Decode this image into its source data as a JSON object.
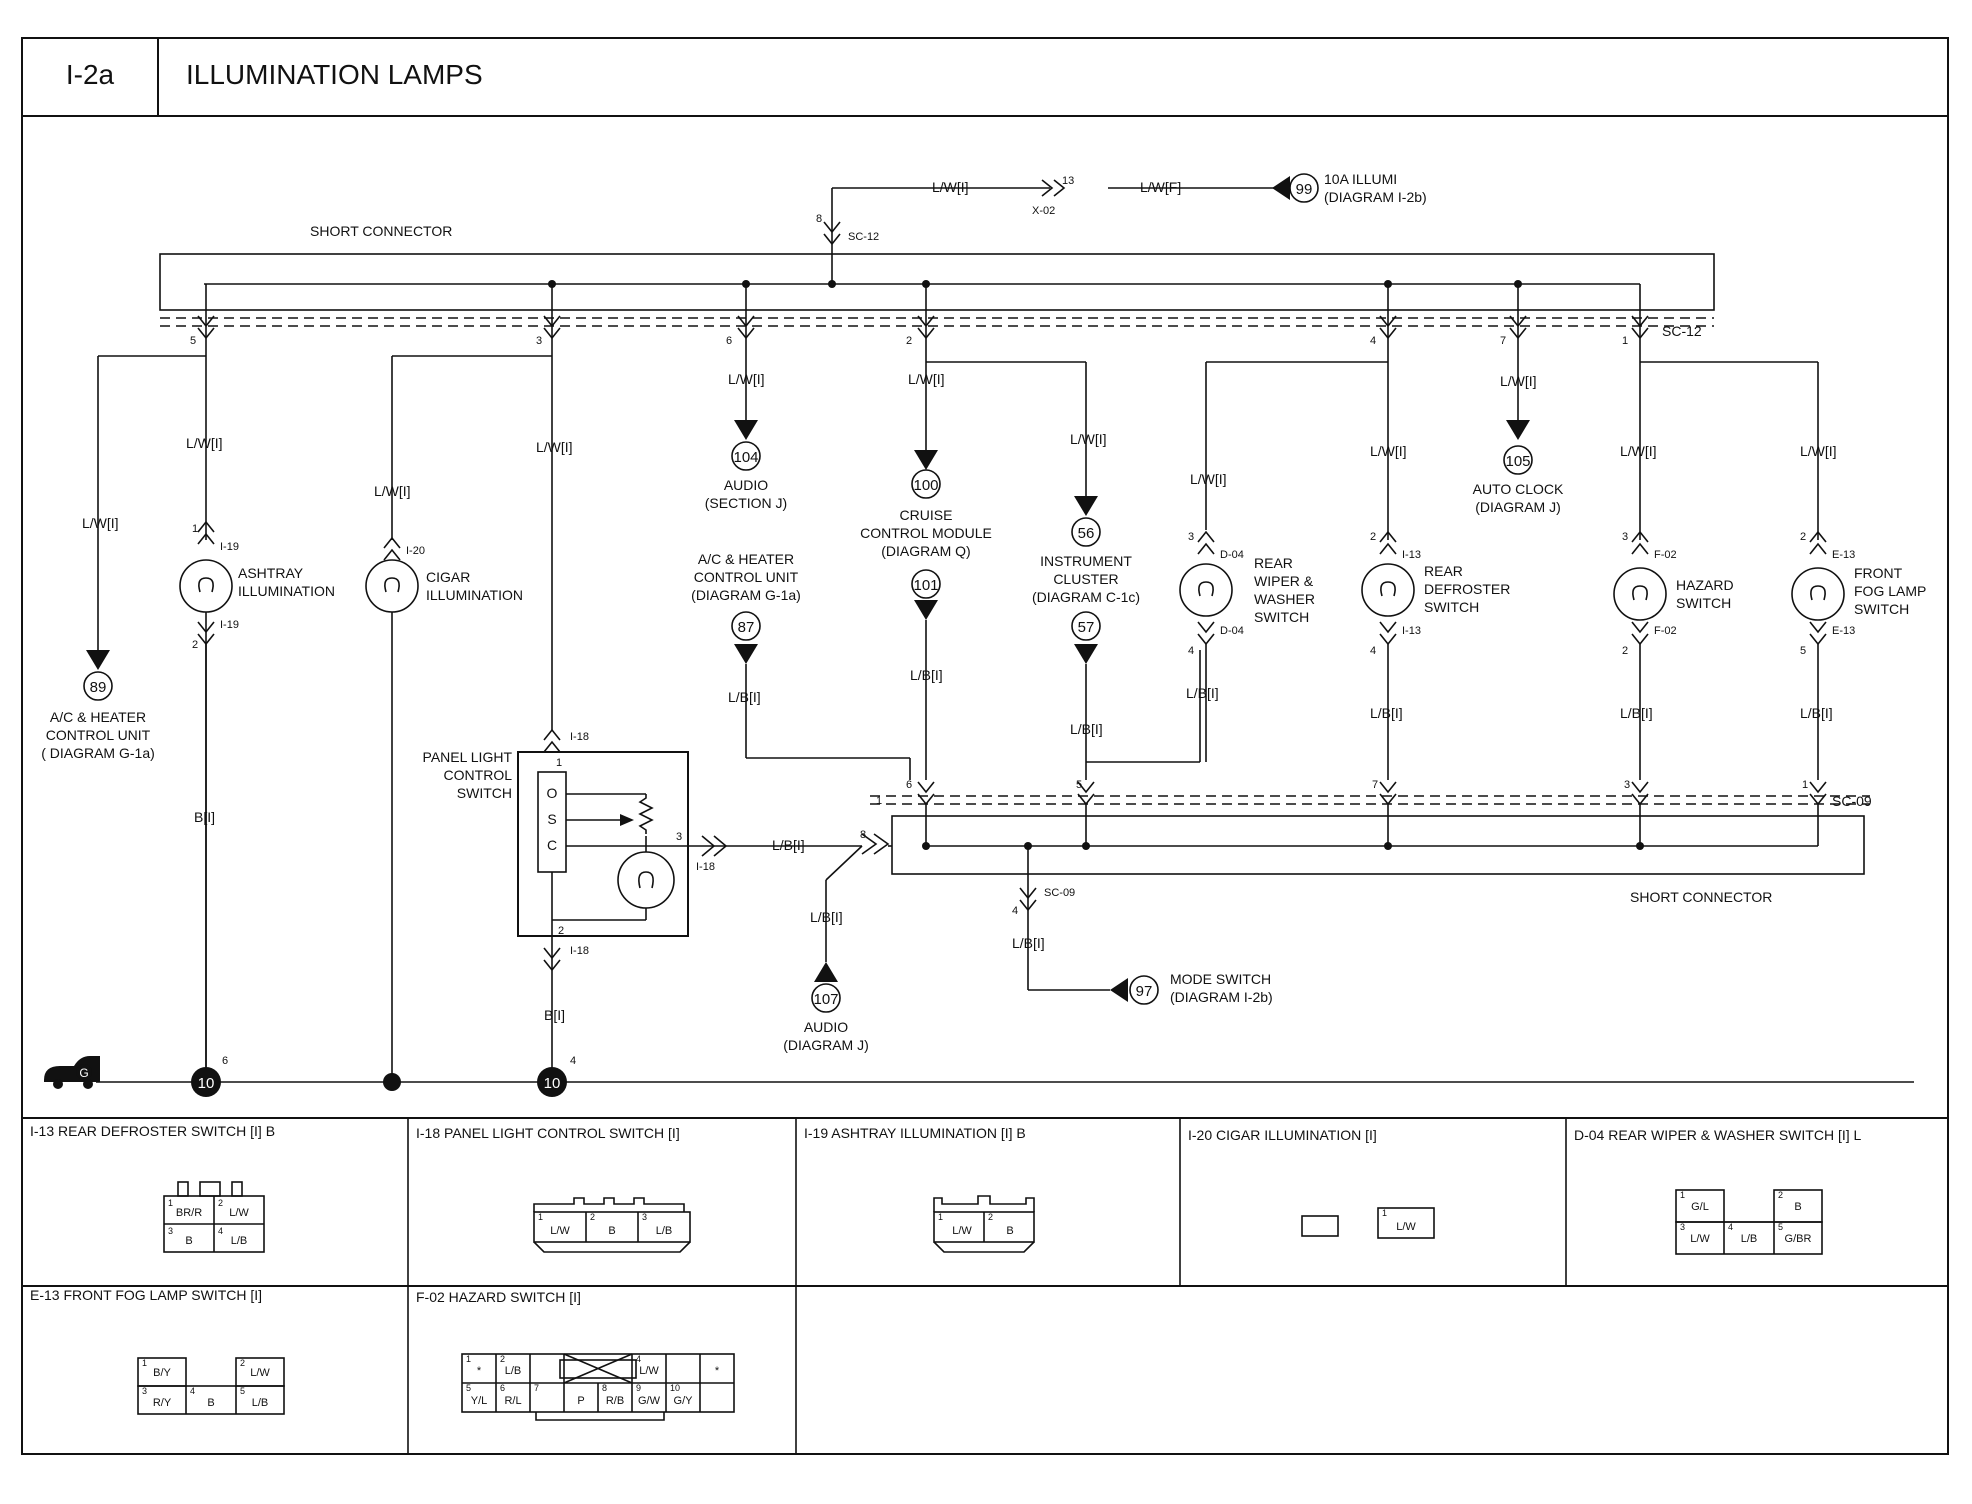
{
  "header": {
    "code": "I-2a",
    "title": "ILLUMINATION LAMPS"
  },
  "top_feed": {
    "wire1": "L/W[I]",
    "wire2": "L/W[F]",
    "x_pin": "13",
    "x_conn": "X-02",
    "sc_pin": "8",
    "sc_conn": "SC-12",
    "ref_num": "99",
    "ref_line1": "10A ILLUMI",
    "ref_line2": "(DIAGRAM I-2b)"
  },
  "short_connector_label": "SHORT CONNECTOR",
  "sc12_label": "SC-12",
  "sc09_label": "SC-09",
  "pins_top": [
    "5",
    "3",
    "6",
    "2",
    "4",
    "7",
    "1"
  ],
  "refs": [
    {
      "num": "89",
      "lines": [
        "A/C & HEATER",
        "CONTROL UNIT",
        "( DIAGRAM G-1a)"
      ]
    },
    {
      "num": "104",
      "lines": [
        "AUDIO",
        "(SECTION J)"
      ]
    },
    {
      "num": "100",
      "lines": [
        "CRUISE",
        "CONTROL MODULE",
        "(DIAGRAM Q)"
      ]
    },
    {
      "num": "56",
      "lines": [
        "INSTRUMENT",
        "CLUSTER",
        "(DIAGRAM C-1c)"
      ]
    },
    {
      "num": "105",
      "lines": [
        "AUTO CLOCK",
        "(DIAGRAM J)"
      ]
    },
    {
      "num": "87",
      "lines": [
        "A/C & HEATER",
        "CONTROL UNIT",
        "(DIAGRAM G-1a)"
      ]
    },
    {
      "num": "101",
      "lines": []
    },
    {
      "num": "57",
      "lines": []
    },
    {
      "num": "107",
      "lines": [
        "AUDIO",
        "(DIAGRAM J)"
      ]
    },
    {
      "num": "97",
      "lines": [
        "MODE SWITCH",
        "(DIAGRAM I-2b)"
      ]
    }
  ],
  "lamps": [
    {
      "name": [
        "ASHTRAY",
        "ILLUMINATION"
      ],
      "conn": "I-19",
      "pin_top": "1",
      "pin_bot": "2"
    },
    {
      "name": [
        "CIGAR",
        "ILLUMINATION"
      ],
      "conn": "I-20",
      "pin_top": "",
      "pin_bot": ""
    },
    {
      "name": [
        "REAR",
        "WIPER &",
        "WASHER",
        "SWITCH"
      ],
      "conn": "D-04",
      "pin_top": "3",
      "pin_bot": "4"
    },
    {
      "name": [
        "REAR",
        "DEFROSTER",
        "SWITCH"
      ],
      "conn": "I-13",
      "pin_top": "2",
      "pin_bot": "4"
    },
    {
      "name": [
        "HAZARD",
        "SWITCH"
      ],
      "conn": "F-02",
      "pin_top": "3",
      "pin_bot": "2"
    },
    {
      "name": [
        "FRONT",
        "FOG LAMP",
        "SWITCH"
      ],
      "conn": "E-13",
      "pin_top": "2",
      "pin_bot": "5"
    }
  ],
  "wires": {
    "lw": "L/W[I]",
    "lb": "L/B[I]",
    "b": "B[I]"
  },
  "panel": {
    "name": [
      "PANEL LIGHT",
      "CONTROL",
      "SWITCH"
    ],
    "conn": "I-18",
    "pins": [
      "O",
      "S",
      "C"
    ],
    "pin1": "1",
    "pin2": "2",
    "pin3": "3"
  },
  "bottom_pins": [
    "6",
    "5",
    "7",
    "3",
    "1"
  ],
  "sc09_pins": {
    "left": "8",
    "down": "4",
    "left6": "6",
    "left1": "1"
  },
  "ground": {
    "g": "G",
    "n1": "10",
    "n1pin": "6",
    "n2": "10",
    "n2pin": "4"
  },
  "connectors": [
    {
      "title": "I-13 REAR DEFROSTER SWITCH [I] B",
      "cells": [
        "BR/R",
        "L/W",
        "B",
        "L/B"
      ],
      "nums": [
        "1",
        "2",
        "3",
        "4"
      ]
    },
    {
      "title": "I-18 PANEL LIGHT CONTROL SWITCH [I]",
      "cells": [
        "L/W",
        "B",
        "L/B"
      ],
      "nums": [
        "1",
        "2",
        "3"
      ]
    },
    {
      "title": "I-19 ASHTRAY ILLUMINATION [I] B",
      "cells": [
        "L/W",
        "B"
      ],
      "nums": [
        "1",
        "2"
      ]
    },
    {
      "title": "I-20 CIGAR ILLUMINATION [I]",
      "cells": [
        "L/W"
      ],
      "nums": [
        "1"
      ]
    },
    {
      "title": "D-04 REAR WIPER & WASHER SWITCH [I] L",
      "cells": [
        "G/L",
        "B",
        "L/W",
        "L/B",
        "G/BR"
      ],
      "nums": [
        "1",
        "2",
        "3",
        "4",
        "5"
      ]
    },
    {
      "title": "E-13 FRONT FOG LAMP SWITCH [I]",
      "cells": [
        "B/Y",
        "L/W",
        "R/Y",
        "B",
        "L/B"
      ],
      "nums": [
        "1",
        "2",
        "3",
        "4",
        "5"
      ]
    },
    {
      "title": "F-02 HAZARD SWITCH [I]",
      "cells": [
        "*",
        "L/B",
        "L/W",
        "*",
        "Y/L",
        "R/L",
        "P",
        "R/B",
        "G/W",
        "G/Y"
      ],
      "nums": [
        "1",
        "2",
        "4",
        "5",
        "6",
        "7",
        "8",
        "9",
        "10"
      ]
    }
  ]
}
